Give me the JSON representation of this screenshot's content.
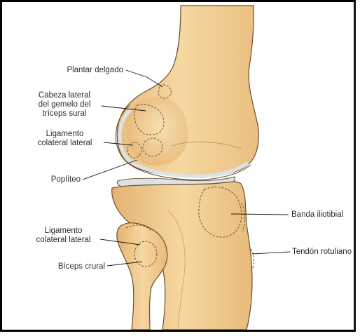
{
  "figure": {
    "title": "",
    "labels": {
      "plantar_delgado": "Plantar delgado",
      "cabeza_lateral_1": "Cabeza lateral",
      "cabeza_lateral_2": "del gemelo del",
      "cabeza_lateral_3": "tríceps sural",
      "ligamento_col_sup_1": "Ligamento",
      "ligamento_col_sup_2": "colateral lateral",
      "popliteo": "Poplíteo",
      "ligamento_col_inf_1": "Ligamento",
      "ligamento_col_inf_2": "colateral lateral",
      "biceps_crural": "Bíceps crural",
      "banda_iliotibial": "Banda iliotibial",
      "tendon_rotuliano": "Tendón rotuliano"
    },
    "colors": {
      "bone": "#f2cf95",
      "bone_light": "#f8dfae",
      "bone_shadow": "#d9a866",
      "cartilage": "#dbe3e6",
      "outline": "#6b4f2f",
      "leader": "#1a1a1a"
    }
  }
}
